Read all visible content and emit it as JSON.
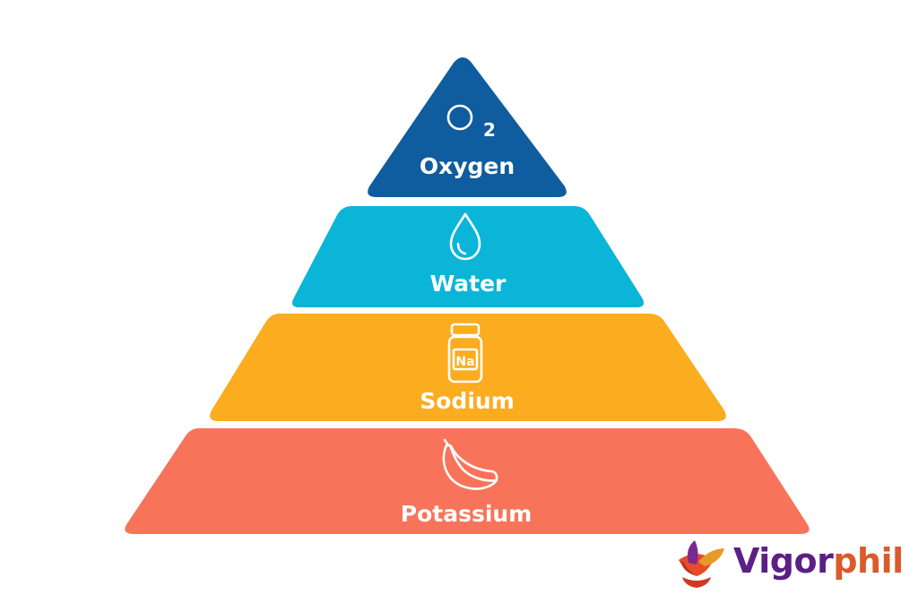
{
  "pyramid": {
    "tiers": [
      {
        "label": "Oxygen",
        "icon": "o2-molecule-icon",
        "icon_text": "O",
        "icon_sub": "2",
        "color": "#0f5c9e"
      },
      {
        "label": "Water",
        "icon": "water-drop-icon",
        "color": "#0bb5d8"
      },
      {
        "label": "Sodium",
        "icon": "supplement-jar-icon",
        "icon_text": "Na",
        "color": "#fbac1f"
      },
      {
        "label": "Potassium",
        "icon": "banana-icon",
        "color": "#f7745a"
      }
    ]
  },
  "brand": {
    "name_part1": "Vigor",
    "name_part2": "phil",
    "logo_icon": "leaf-bowl-logo-icon",
    "colors": {
      "purple": "#5b1f86",
      "orange": "#d95b2a"
    }
  }
}
